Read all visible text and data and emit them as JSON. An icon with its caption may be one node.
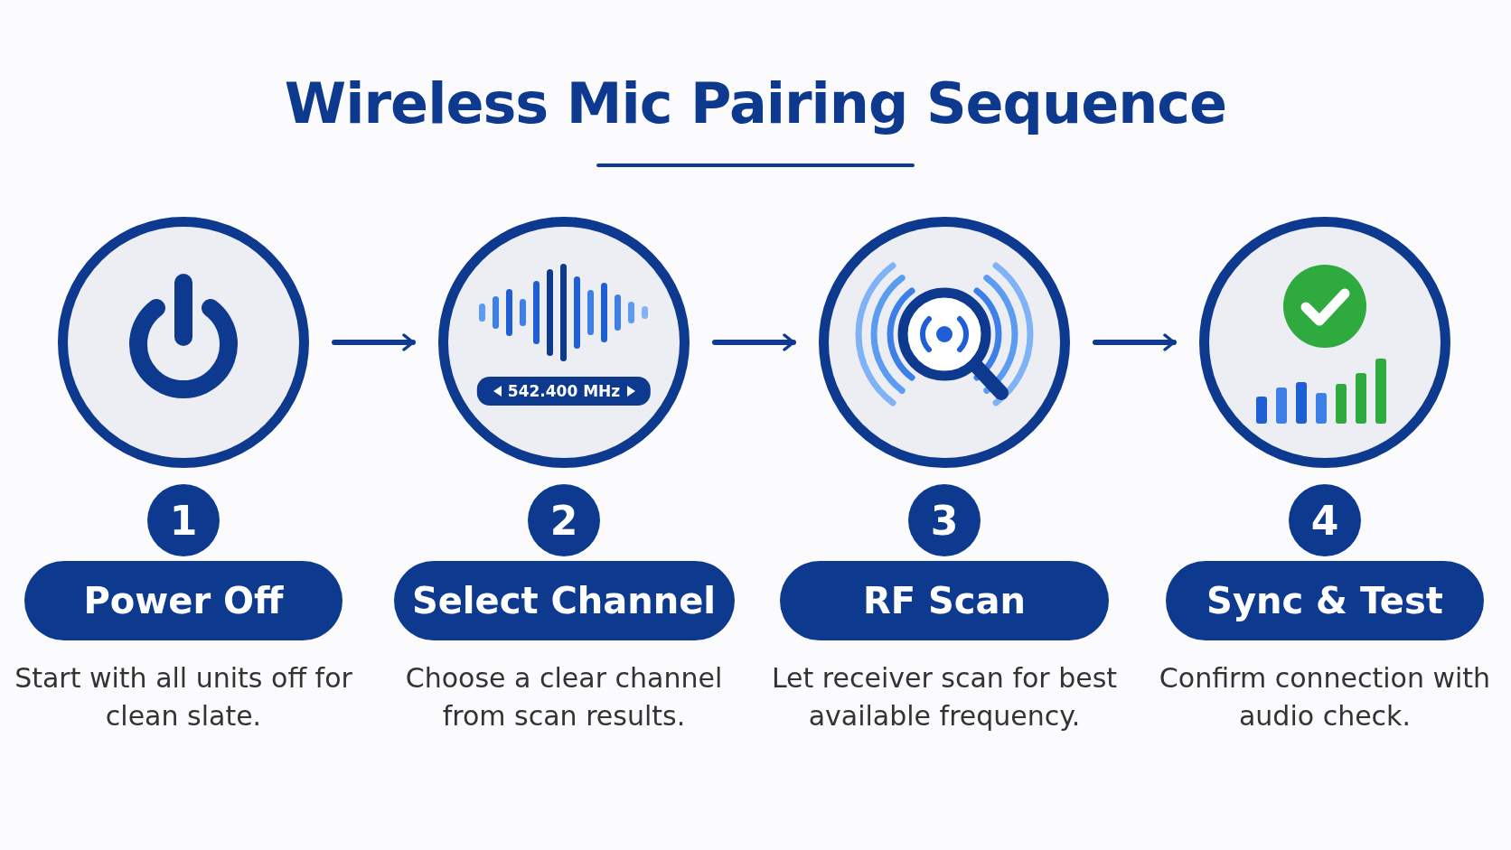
{
  "diagram": {
    "title": "Wireless Mic Pairing Sequence",
    "nodes": [
      {
        "text": [],
        "shape": "circle"
      },
      {
        "text": [
          "1"
        ]
      },
      {
        "text": [
          "Power Off"
        ],
        "beside": [
          "Start with all units off for clean slate."
        ]
      },
      {
        "text": [
          "542.400 MHz"
        ]
      },
      {
        "text": [
          "2"
        ]
      },
      {
        "text": [
          "Select Channel"
        ],
        "beside": [
          "Choose a clear channel from scan results."
        ]
      },
      {
        "text": [],
        "shape": "circle"
      },
      {
        "text": [
          "3"
        ]
      },
      {
        "text": [
          "RF Scan"
        ],
        "beside": [
          "Let receiver scan for best available frequency."
        ]
      },
      {
        "text": [],
        "shape": "circle"
      },
      {
        "text": [
          "4"
        ]
      },
      {
        "text": [
          "Sync & Test"
        ],
        "beside": [
          "Confirm connection with audio check."
        ]
      }
    ],
    "edges": [
      {
        "from": 0,
        "to": 3,
        "arrow": "to"
      },
      {
        "from": 3,
        "to": 6,
        "arrow": "to"
      },
      {
        "from": 6,
        "to": 9,
        "arrow": "to"
      }
    ]
  }
}
